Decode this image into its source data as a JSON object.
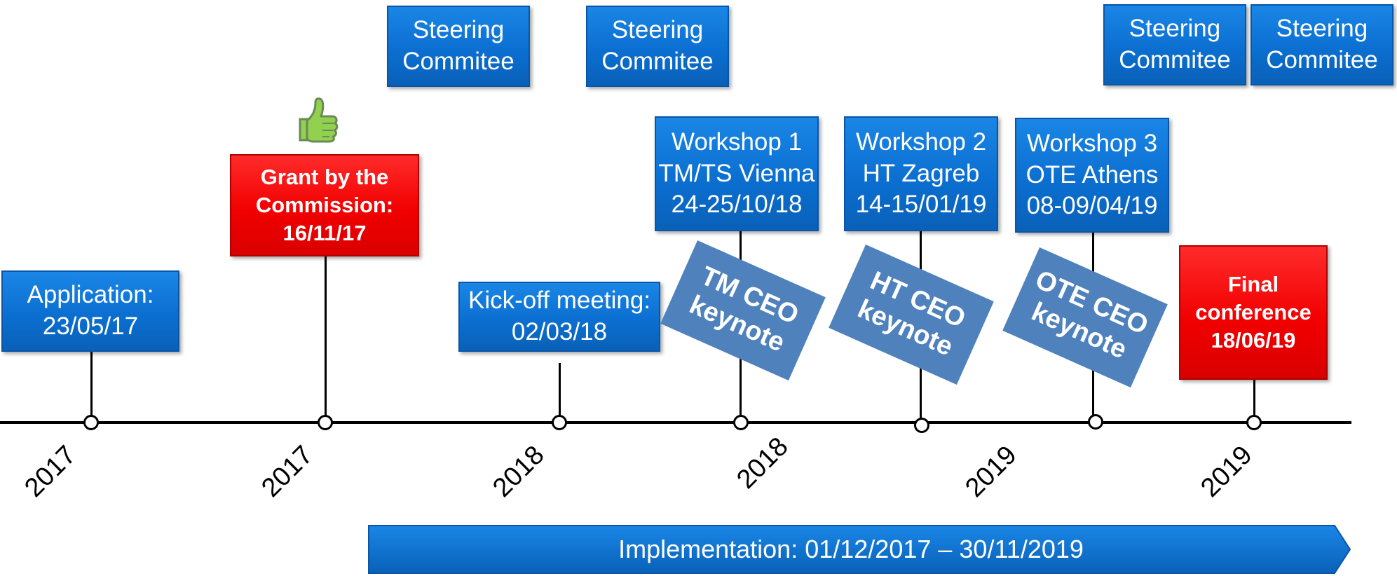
{
  "steering_boxes": [
    {
      "label": "Steering\nCommitee"
    },
    {
      "label": "Steering\nCommitee"
    },
    {
      "label": "Steering\nCommitee"
    },
    {
      "label": "Steering\nCommitee"
    }
  ],
  "workshops": [
    {
      "label": "Workshop 1\nTM/TS Vienna\n24-25/10/18"
    },
    {
      "label": "Workshop 2\nHT Zagreb\n14-15/01/19"
    },
    {
      "label": "Workshop 3\nOTE Athens\n08-09/04/19"
    }
  ],
  "keynotes": [
    {
      "label": "TM CEO\nkeynote"
    },
    {
      "label": "HT CEO\nkeynote"
    },
    {
      "label": "OTE CEO\nkeynote"
    }
  ],
  "milestones": {
    "application": "Application:\n23/05/17",
    "grant": "Grant by the\nCommission:\n16/11/17",
    "kickoff": "Kick-off meeting:\n02/03/18",
    "final": "Final\nconference\n  18/06/19"
  },
  "axis_years": [
    "2017",
    "2017",
    "2018",
    "2018",
    "2019",
    "2019"
  ],
  "implementation": {
    "label": "Implementation: 01/12/2017 – 30/11/2019"
  },
  "icons": {
    "grant_icon": "thumbs-up-icon"
  },
  "colors": {
    "milestone_blue": "#0b6fd1",
    "milestone_red": "#f20000",
    "keynote_blue": "#4f81bd",
    "thumb_green": "#92d050"
  }
}
